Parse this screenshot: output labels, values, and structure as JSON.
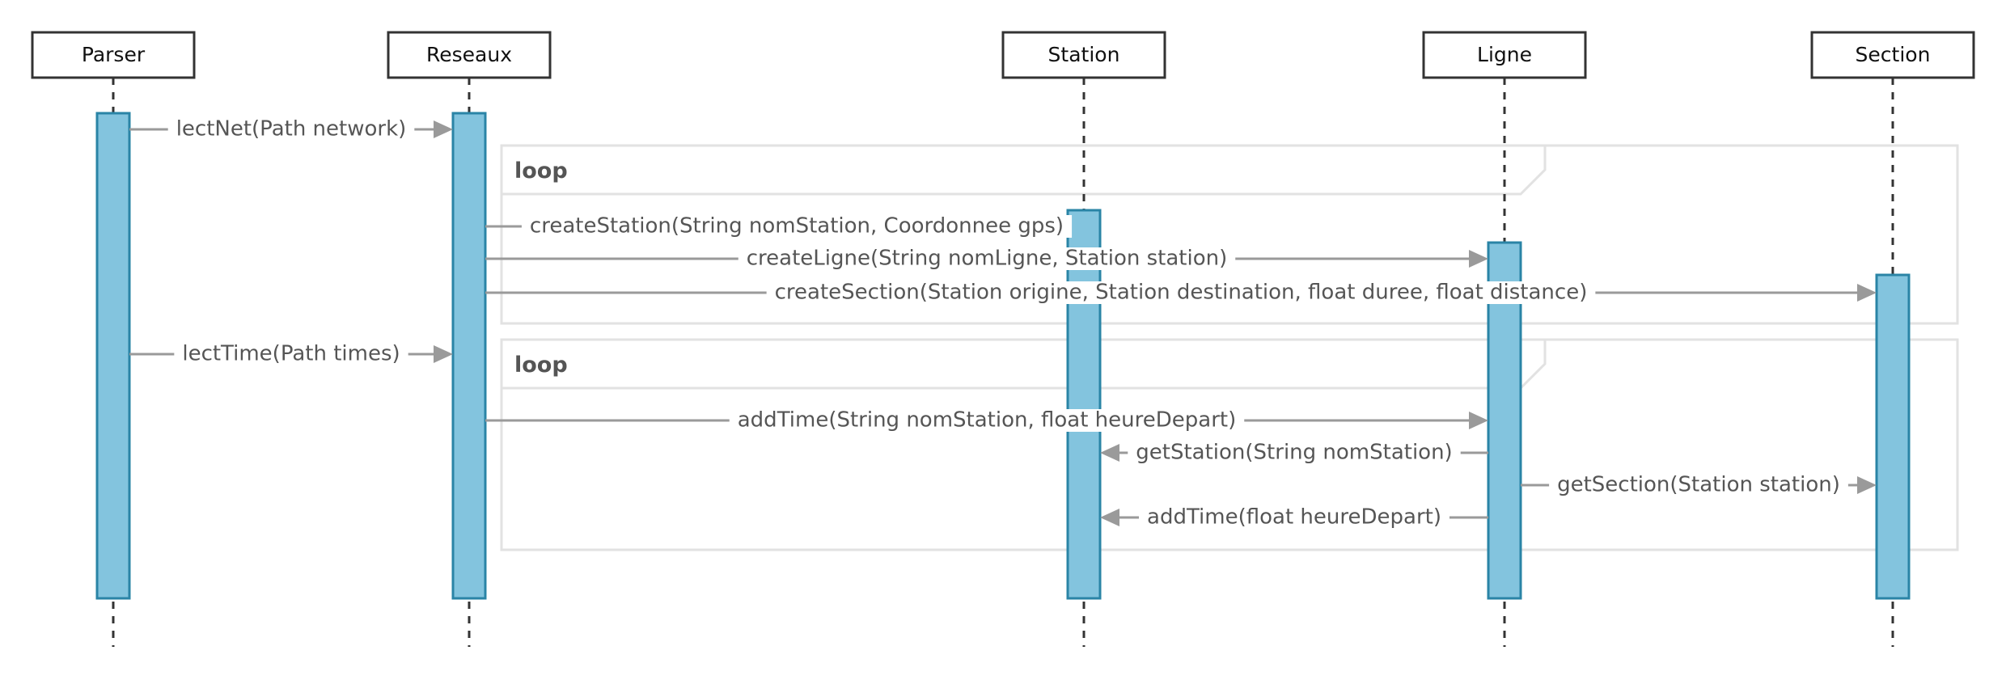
{
  "lifelines": [
    {
      "id": "parser",
      "name": "Parser"
    },
    {
      "id": "reseaux",
      "name": "Reseaux"
    },
    {
      "id": "station",
      "name": "Station"
    },
    {
      "id": "ligne",
      "name": "Ligne"
    },
    {
      "id": "section",
      "name": "Section"
    }
  ],
  "frames": [
    {
      "label": "loop"
    },
    {
      "label": "loop"
    }
  ],
  "messages": [
    {
      "from": "parser",
      "to": "reseaux",
      "label": "lectNet(Path network)"
    },
    {
      "from": "reseaux",
      "to": "station",
      "label": "createStation(String nomStation, Coordonnee gps)"
    },
    {
      "from": "reseaux",
      "to": "ligne",
      "label": "createLigne(String nomLigne, Station station)"
    },
    {
      "from": "reseaux",
      "to": "section",
      "label": "createSection(Station origine, Station destination, float duree, float distance)"
    },
    {
      "from": "parser",
      "to": "reseaux",
      "label": "lectTime(Path times)"
    },
    {
      "from": "reseaux",
      "to": "ligne",
      "label": "addTime(String nomStation, float heureDepart)"
    },
    {
      "from": "ligne",
      "to": "station",
      "label": "getStation(String nomStation)"
    },
    {
      "from": "ligne",
      "to": "section",
      "label": "getSection(Station station)"
    },
    {
      "from": "ligne",
      "to": "station",
      "label": "addTime(float heureDepart)"
    }
  ],
  "colors": {
    "activation_fill": "#83c4de",
    "activation_stroke": "#2a84a6",
    "message": "#9a9a9a",
    "frame": "#e2e2e2"
  }
}
